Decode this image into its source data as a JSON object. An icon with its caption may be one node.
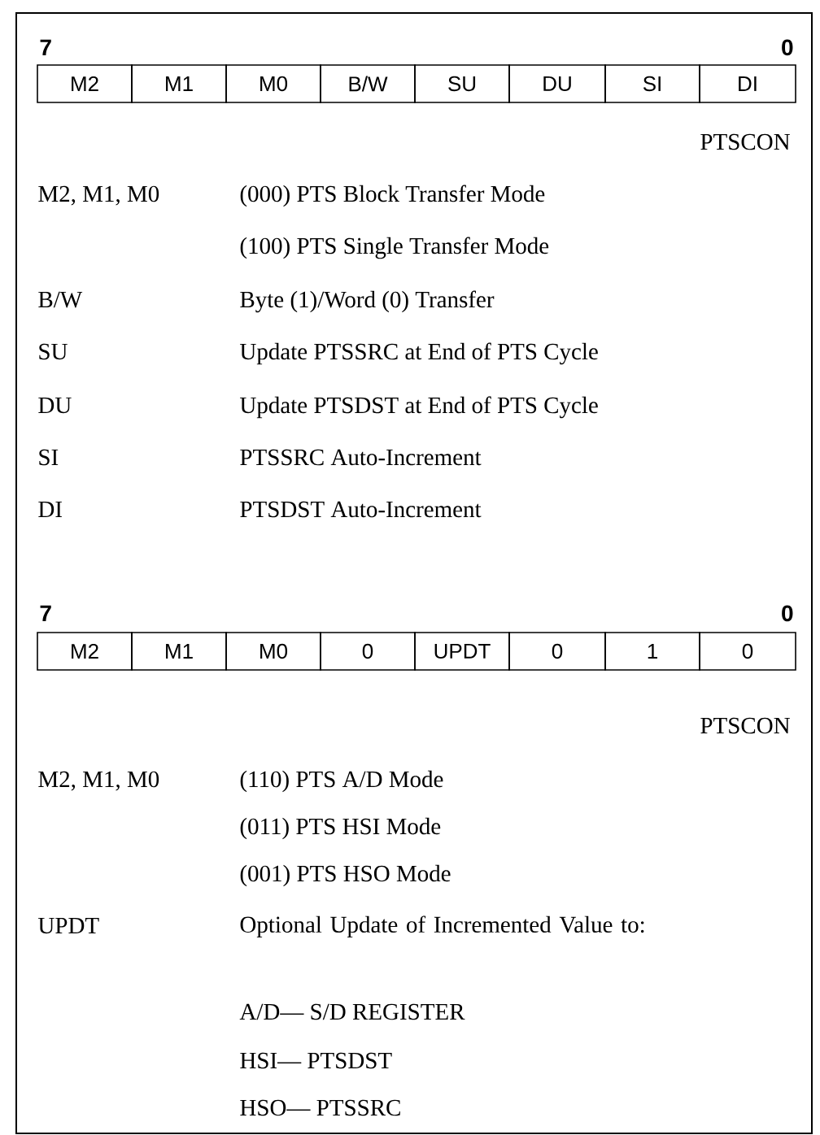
{
  "diagram": {
    "nodes": [
      {
        "text": [
          "M2"
        ]
      },
      {
        "text": [
          "M1"
        ]
      },
      {
        "text": [
          "M0"
        ]
      },
      {
        "text": [
          "B/W"
        ]
      },
      {
        "text": [
          "SU"
        ]
      },
      {
        "text": [
          "DU"
        ]
      },
      {
        "text": [
          "SI"
        ]
      },
      {
        "text": [
          "DI"
        ]
      },
      {
        "text": [
          "M2"
        ]
      },
      {
        "text": [
          "M1"
        ]
      },
      {
        "text": [
          "M0"
        ]
      },
      {
        "text": [
          "0"
        ]
      },
      {
        "text": [
          "UPDT"
        ]
      },
      {
        "text": [
          "0"
        ]
      },
      {
        "text": [
          "1"
        ]
      },
      {
        "text": [
          "0"
        ]
      }
    ],
    "edges": [],
    "labels": [
      "7",
      "0",
      "PTSCON",
      "M2, M1, M0",
      "(000) PTS Block Transfer Mode",
      "(100) PTS Single Transfer Mode",
      "B/W",
      "Byte (1)/Word (0) Transfer",
      "SU",
      "Update PTSSRC at End of PTS Cycle",
      "DU",
      "Update PTSDST at End of PTS Cycle",
      "SI",
      "PTSSRC Auto-Increment",
      "DI",
      "PTSDST Auto-Increment",
      "7",
      "0",
      "PTSCON",
      "M2, M1, M0",
      "(110) PTS A/D Mode",
      "(011) PTS HSI Mode",
      "(001) PTS HSO Mode",
      "UPDT",
      "Optional Update of Incremented Value to:",
      "A/D— S/D REGISTER",
      "HSI— PTSDST",
      "HSO— PTSSRC"
    ]
  }
}
